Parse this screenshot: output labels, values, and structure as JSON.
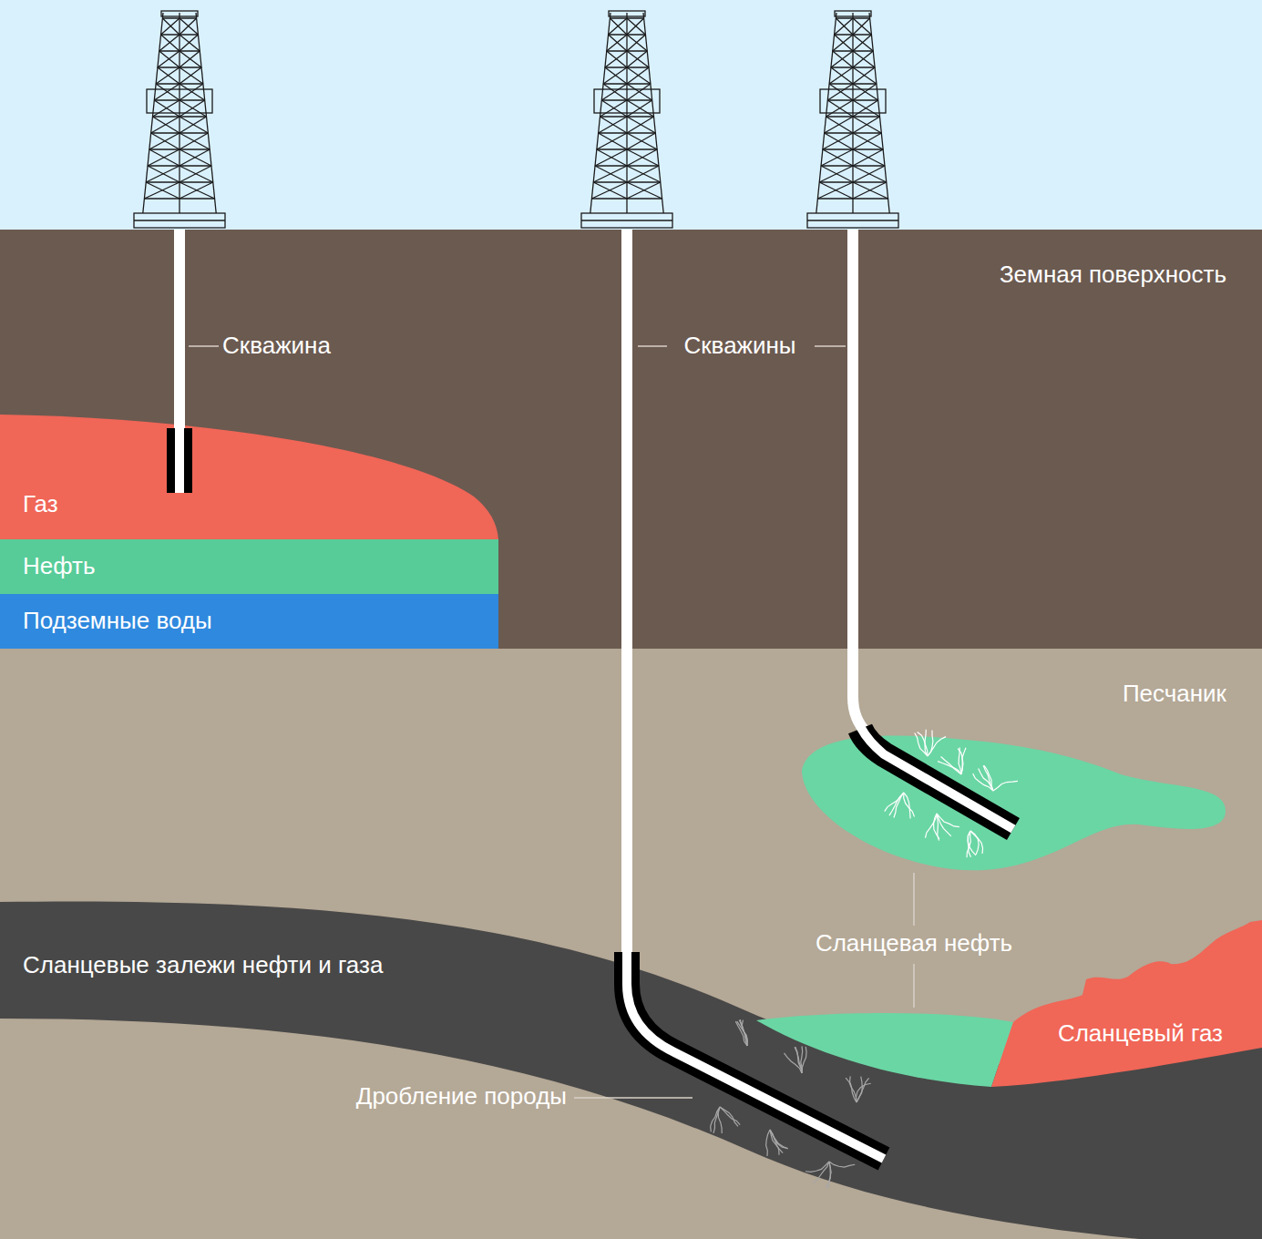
{
  "diagram": {
    "nodes": [
      {
        "text": [
          "Газ"
        ]
      },
      {
        "text": [
          "Нефть"
        ]
      },
      {
        "text": [
          "Подземные воды"
        ]
      },
      {
        "text": [
          "Сланцевые залежи нефти и газа"
        ]
      },
      {
        "text": [
          "Сланцевый газ"
        ]
      }
    ],
    "labels": [
      "Земная поверхность",
      "Скважина",
      "Скважины",
      "Песчаник",
      "Сланцевая нефть",
      "Дробление породы"
    ]
  }
}
